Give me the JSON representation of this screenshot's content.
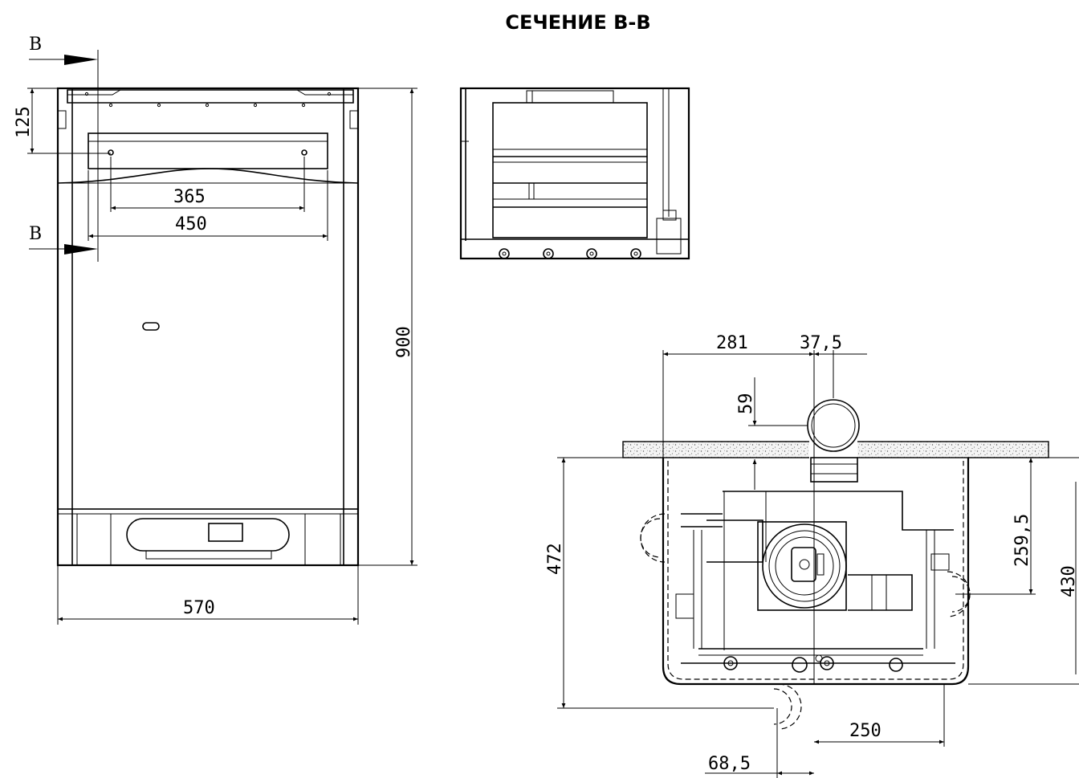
{
  "title": "СЕЧЕНИЕ В-В",
  "front_view": {
    "section_mark_top": "В",
    "section_mark_bottom": "В",
    "dim_height_top": "125",
    "dim_holes_inner": "365",
    "dim_holes_outer": "450",
    "dim_total_height": "900",
    "dim_total_width": "570"
  },
  "bottom_view": {
    "dim_281": "281",
    "dim_37_5": "37,5",
    "dim_59": "59",
    "dim_472": "472",
    "dim_259_5": "259,5",
    "dim_430": "430",
    "dim_250": "250",
    "dim_68_5": "68,5"
  }
}
